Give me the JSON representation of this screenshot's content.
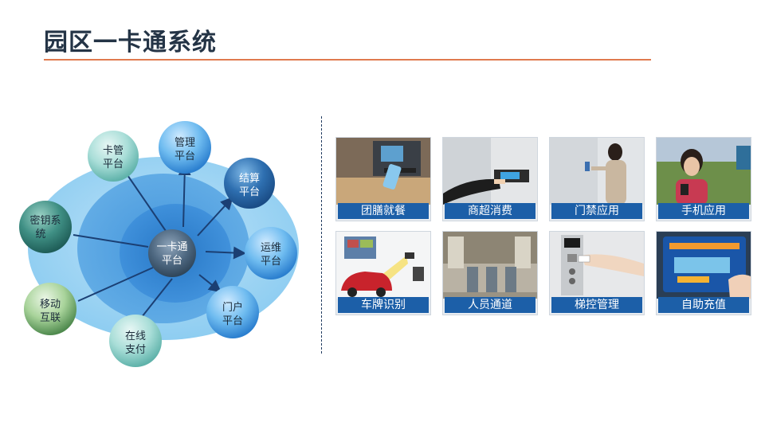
{
  "page": {
    "title": "园区一卡通系统"
  },
  "diagram": {
    "center": {
      "line1": "一卡通",
      "line2": "平台"
    },
    "nodes": [
      {
        "id": "card-mgmt",
        "line1": "卡管",
        "line2": "平台"
      },
      {
        "id": "mgmt",
        "line1": "管理",
        "line2": "平台"
      },
      {
        "id": "settle",
        "line1": "结算",
        "line2": "平台"
      },
      {
        "id": "ops",
        "line1": "运维",
        "line2": "平台"
      },
      {
        "id": "portal",
        "line1": "门户",
        "line2": "平台"
      },
      {
        "id": "online-pay",
        "line1": "在线",
        "line2": "支付"
      },
      {
        "id": "mobile",
        "line1": "移动",
        "line2": "互联"
      },
      {
        "id": "key-sys",
        "line1": "密钥系",
        "line2": "统"
      }
    ]
  },
  "tiles": [
    {
      "caption": "团膳就餐"
    },
    {
      "caption": "商超消费"
    },
    {
      "caption": "门禁应用"
    },
    {
      "caption": "手机应用"
    },
    {
      "caption": "车牌识别"
    },
    {
      "caption": "人员通道"
    },
    {
      "caption": "梯控管理"
    },
    {
      "caption": "自助充值"
    }
  ],
  "colors": {
    "accent_rule": "#e07a4f",
    "caption_bg": "#1c5fa8",
    "title": "#243446"
  }
}
